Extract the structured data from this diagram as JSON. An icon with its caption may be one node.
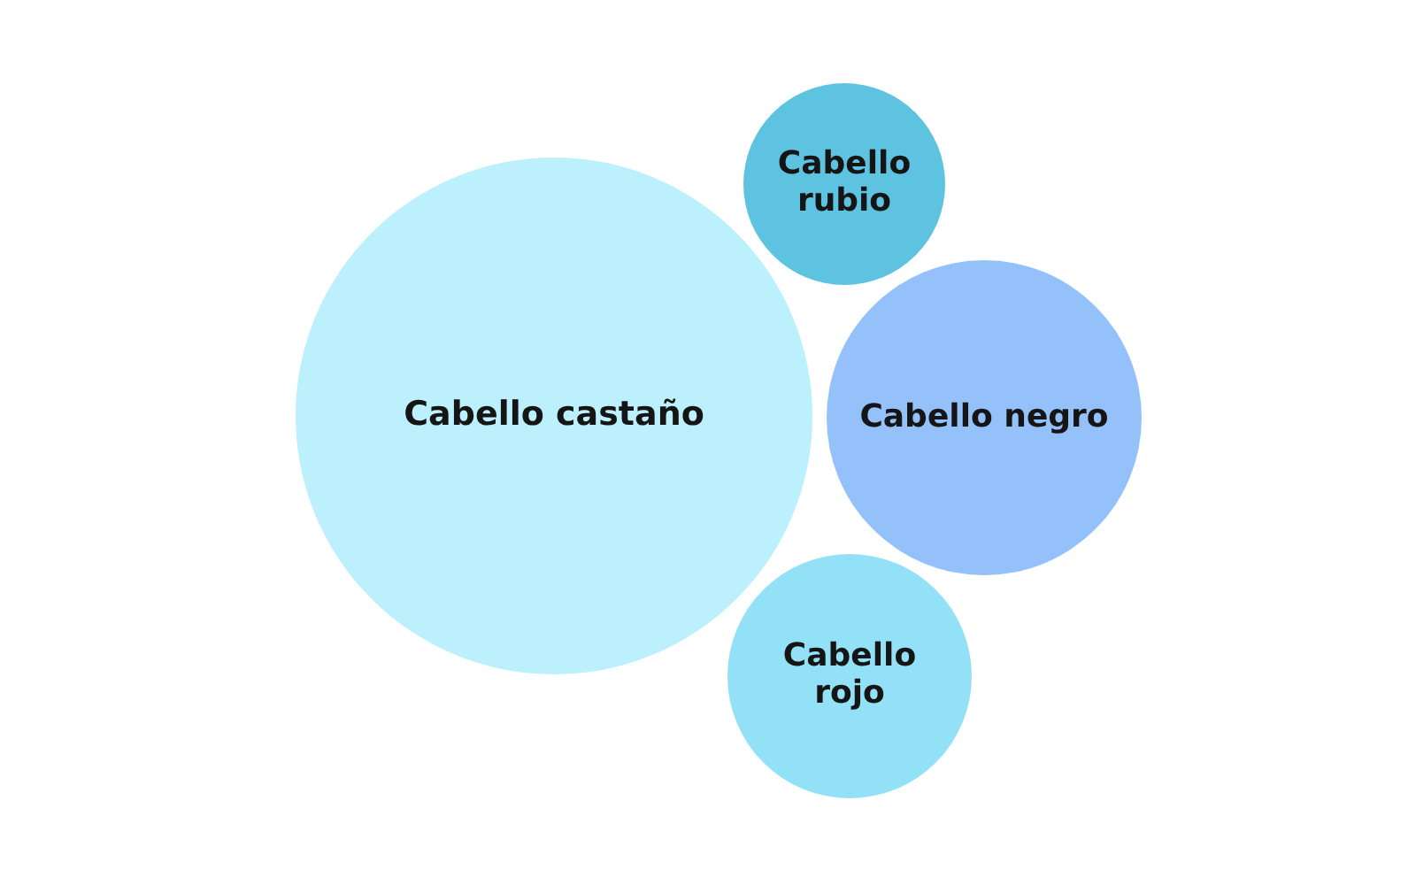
{
  "diagram": {
    "nodes": [
      {
        "text": [
          "Cabello castaño"
        ]
      },
      {
        "text": [
          "Cabello rubio"
        ]
      },
      {
        "text": [
          "Cabello negro"
        ]
      },
      {
        "text": [
          "Cabello rojo"
        ]
      }
    ]
  }
}
